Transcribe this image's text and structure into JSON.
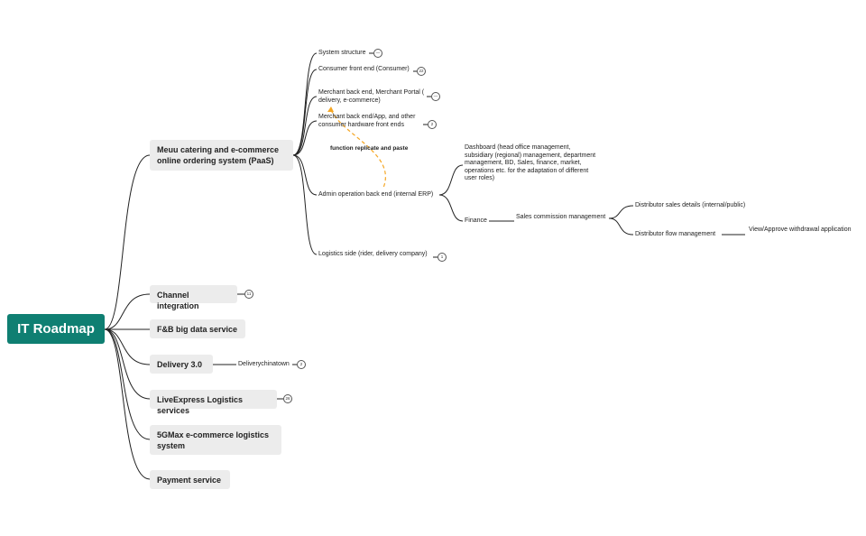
{
  "root": {
    "label": "IT Roadmap"
  },
  "topics": {
    "meuu": "Meuu catering and e-commerce online ordering system (PaaS)",
    "channel": "Channel integration",
    "fb": "F&B big data service",
    "delivery": "Delivery 3.0",
    "liveexpress": "LiveExpress Logistics services",
    "fivegmax": "5GMax e-commerce logistics system",
    "payment": "Payment service"
  },
  "meuu_children": {
    "system": "System structure",
    "consumer": "Consumer front end (Consumer)",
    "merchant_portal": "Merchant back end, Merchant Portal ( delivery, e-commerce)",
    "merchant_app": "Merchant back end/App, and other consumer hardware front ends",
    "admin": "Admin operation back end (internal ERP)",
    "logistics": "Logistics side (rider, delivery company)"
  },
  "admin_children": {
    "dashboard": "Dashboard (head office management, subsidiary (regional) management, department management, BD, Sales, finance, market, operations etc. for the adaptation of different user roles)",
    "finance": "Finance"
  },
  "finance_children": {
    "sales_commission": "Sales commission management"
  },
  "commission_children": {
    "distributor_sales": "Distributor sales details (internal/public)",
    "distributor_flow": "Distributor flow management"
  },
  "flow_children": {
    "view_approve": "View/Approve withdrawal application"
  },
  "delivery_children": {
    "chinatown": "Deliverychinatown"
  },
  "annotation": "function replicate and paste",
  "badges": {
    "system": "—",
    "consumer": "22",
    "merchant_portal": "—",
    "merchant_app": "2",
    "logistics": "1",
    "channel": "11",
    "chinatown": "2",
    "liveexpress": "26"
  },
  "colors": {
    "root": "#0f7f72",
    "topic_bg": "#ececec",
    "annotation_line": "#f5a623",
    "line": "#222222"
  }
}
